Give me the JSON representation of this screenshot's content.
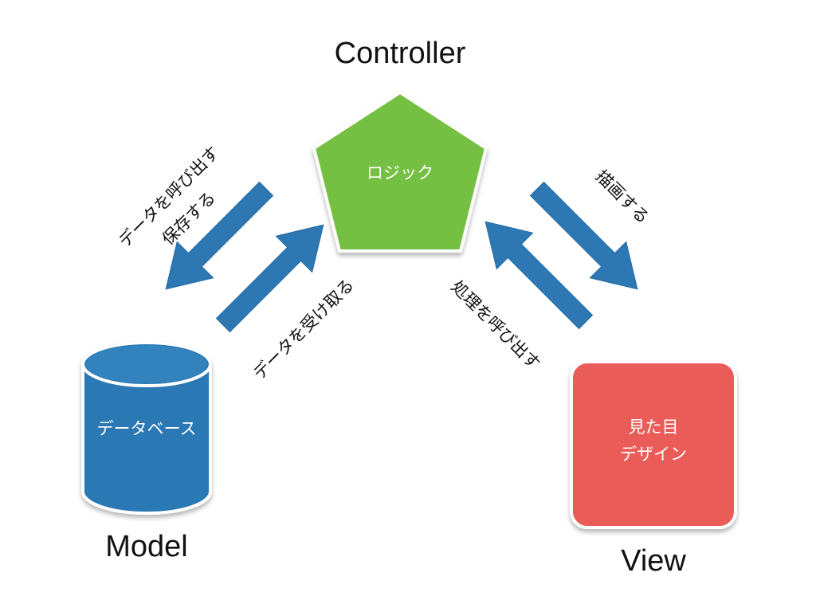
{
  "colors": {
    "controller": "#75c043",
    "model": "#2c78b4",
    "view": "#ea5b58",
    "arrow": "#2d78b3",
    "text": "#111111",
    "label_on_shape": "#ffffff"
  },
  "controller": {
    "title": "Controller",
    "label": "ロジック"
  },
  "model": {
    "title": "Model",
    "label": "データベース"
  },
  "view": {
    "title": "View",
    "label_line1": "見た目",
    "label_line2": "デザイン"
  },
  "arrows": {
    "controller_to_model_line1": "データを呼び出す",
    "controller_to_model_line2": "保存する",
    "model_to_controller": "データを受け取る",
    "controller_to_view": "描画する",
    "view_to_controller": "処理を呼び出す"
  }
}
